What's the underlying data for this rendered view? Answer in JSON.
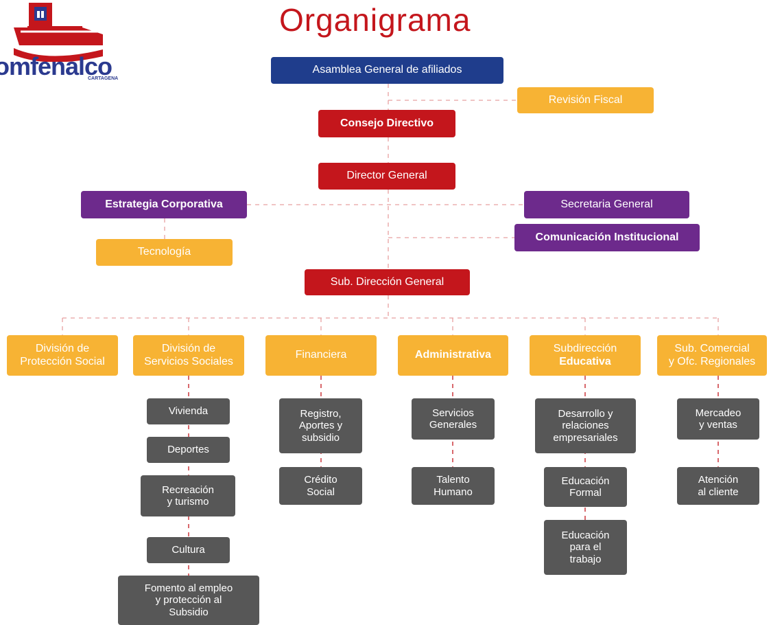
{
  "title": "Organigrama",
  "logo": {
    "wordmark": "omfenalco",
    "subtitle": "CARTAGENA"
  },
  "colors": {
    "blue": "#1f3d8c",
    "red": "#c4161c",
    "purple": "#6d2a8c",
    "yellow": "#f7b334",
    "gray": "#575757",
    "connector": "#e8a0a0"
  },
  "top": {
    "asamblea": "Asamblea General de afiliados",
    "revision": "Revisión Fiscal",
    "consejo": "Consejo Directivo",
    "director": "Director General",
    "estrategia": "Estrategia Corporativa",
    "tecnologia": "Tecnología",
    "secretaria": "Secretaria General",
    "comunicacion": "Comunicación Institucional",
    "subdireccion": "Sub. Dirección General"
  },
  "divisions": [
    {
      "line1": "División de",
      "line2": "Protección Social",
      "children": []
    },
    {
      "line1": "División de",
      "line2": "Servicios Sociales",
      "children": [
        {
          "lines": [
            "Vivienda"
          ]
        },
        {
          "lines": [
            "Deportes"
          ]
        },
        {
          "lines": [
            "Recreación",
            "y turismo"
          ]
        },
        {
          "lines": [
            "Cultura"
          ]
        },
        {
          "lines": [
            "Fomento al empleo",
            "y protección al",
            "Subsidio"
          ]
        }
      ]
    },
    {
      "line1": "Financiera",
      "line2": "",
      "children": [
        {
          "lines": [
            "Registro,",
            "Aportes y",
            "subsidio"
          ]
        },
        {
          "lines": [
            "Crédito",
            "Social"
          ]
        }
      ]
    },
    {
      "line1": "Administrativa",
      "line2": "",
      "children": [
        {
          "lines": [
            "Servicios",
            "Generales"
          ]
        },
        {
          "lines": [
            "Talento",
            "Humano"
          ]
        }
      ]
    },
    {
      "line1": "Subdirección",
      "line2": "Educativa",
      "children": [
        {
          "lines": [
            "Desarrollo y",
            "relaciones",
            "empresariales"
          ]
        },
        {
          "lines": [
            "Educación",
            "Formal"
          ]
        },
        {
          "lines": [
            "Educación",
            "para el",
            "trabajo"
          ]
        }
      ]
    },
    {
      "line1": "Sub. Comercial",
      "line2": "y Ofc. Regionales",
      "children": [
        {
          "lines": [
            "Mercadeo",
            "y ventas"
          ]
        },
        {
          "lines": [
            "Atención",
            "al cliente"
          ]
        }
      ]
    }
  ]
}
